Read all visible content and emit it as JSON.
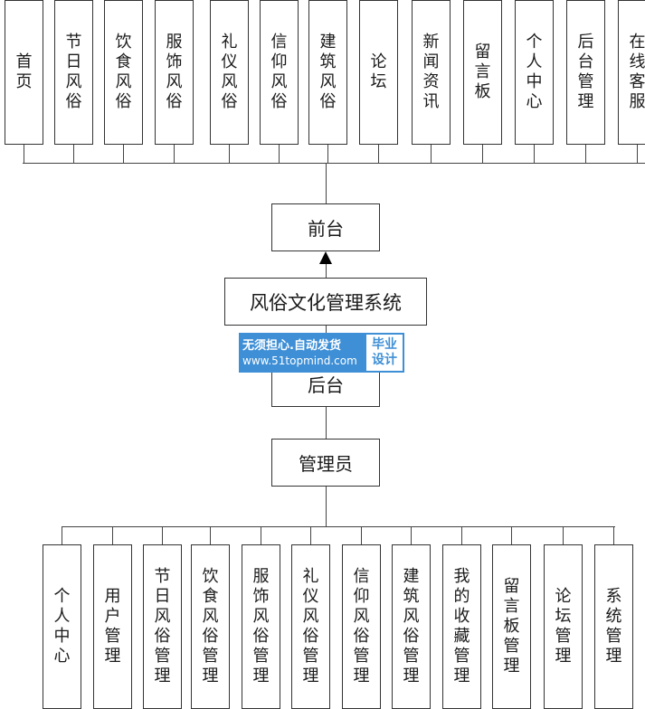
{
  "front": {
    "label": "前台",
    "items": [
      "首页",
      "节日风俗",
      "饮食风俗",
      "服饰风俗",
      "礼仪风俗",
      "信仰风俗",
      "建筑风俗",
      "论坛",
      "新闻资讯",
      "留言板",
      "个人中心",
      "后台管理",
      "在线客服"
    ]
  },
  "system": {
    "label": "风俗文化管理系统"
  },
  "back": {
    "label": "后台"
  },
  "admin": {
    "label": "管理员",
    "items": [
      "个人中心",
      "用户管理",
      "节日风俗管理",
      "饮食风俗管理",
      "服饰风俗管理",
      "礼仪风俗管理",
      "信仰风俗管理",
      "建筑风俗管理",
      "我的收藏管理",
      "留言板管理",
      "论坛管理",
      "系统管理"
    ]
  },
  "watermark": {
    "line1": "无须担心.自动发货",
    "line2": "www.51topmind.com",
    "badge_line1": "毕业",
    "badge_line2": "设计"
  },
  "colors": {
    "watermark_blue": "#3e8fd6",
    "line": "#444444"
  }
}
